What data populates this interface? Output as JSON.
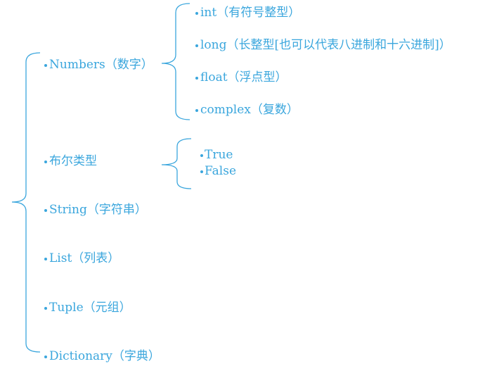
{
  "colors": {
    "text": "#3aa6dd",
    "brace": "#3aa6dd"
  },
  "root": {
    "items": [
      {
        "label": "Numbers（数字）"
      },
      {
        "label": "布尔类型"
      },
      {
        "label": "String（字符串）"
      },
      {
        "label": "List（列表）"
      },
      {
        "label": "Tuple（元组）"
      },
      {
        "label": "Dictionary（字典）"
      }
    ]
  },
  "numbers": {
    "items": [
      {
        "label": "int（有符号整型）"
      },
      {
        "label": "long（长整型[也可以代表八进制和十六进制]）"
      },
      {
        "label": "float（浮点型）"
      },
      {
        "label": "complex（复数）"
      }
    ]
  },
  "bool": {
    "items": [
      {
        "label": "True"
      },
      {
        "label": "False"
      }
    ]
  }
}
